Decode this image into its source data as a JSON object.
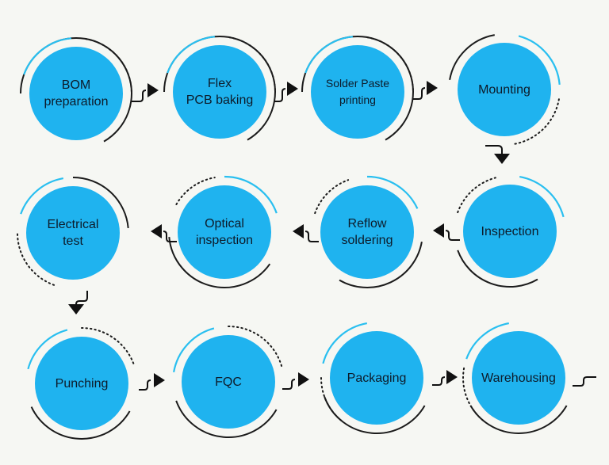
{
  "colors": {
    "background": "#f6f7f3",
    "circle_fill": "#1fb3ef",
    "accent_arc": "#29bff0",
    "outline": "#1b1b1b",
    "arrow": "#111111"
  },
  "steps": [
    {
      "label": "BOM\npreparation"
    },
    {
      "label": "Flex\nPCB baking"
    },
    {
      "label": "Solder Paste\nprinting"
    },
    {
      "label": "Mounting"
    },
    {
      "label": "Inspection"
    },
    {
      "label": "Reflow\nsoldering"
    },
    {
      "label": "Optical\ninspection"
    },
    {
      "label": "Electrical\ntest"
    },
    {
      "label": "Punching"
    },
    {
      "label": "FQC"
    },
    {
      "label": "Packaging"
    },
    {
      "label": "Warehousing"
    }
  ]
}
